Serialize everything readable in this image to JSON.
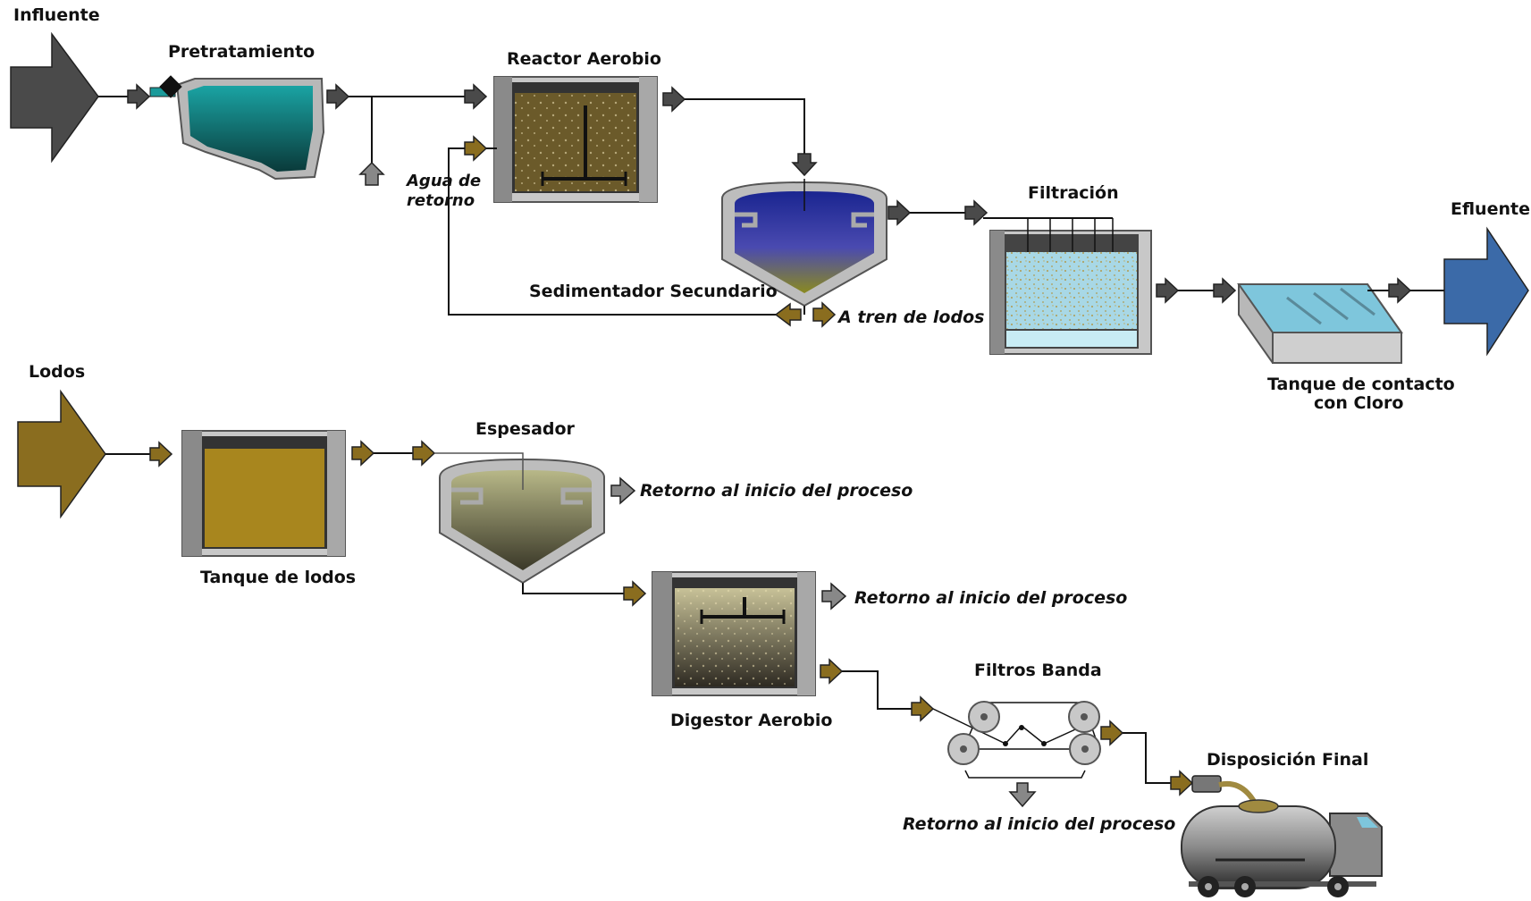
{
  "labels": {
    "influente": "Influente",
    "pretratamiento": "Pretratamiento",
    "reactor_aerobio": "Reactor Aerobio",
    "agua_de_retorno_1": "Agua de",
    "agua_de_retorno_2": "retorno",
    "sedimentador": "Sedimentador Secundario",
    "a_tren_de_lodos": "A tren de lodos",
    "filtracion": "Filtración",
    "efluente": "Efluente",
    "tanque_cloro_1": "Tanque de contacto",
    "tanque_cloro_2": "con Cloro",
    "lodos": "Lodos",
    "tanque_de_lodos": "Tanque de lodos",
    "espesador": "Espesador",
    "retorno_espesador": "Retorno al inicio del proceso",
    "digestor_aerobio": "Digestor Aerobio",
    "retorno_digestor": "Retorno al inicio del proceso",
    "filtros_banda": "Filtros Banda",
    "retorno_filtros": "Retorno al inicio del proceso",
    "disposicion_final": "Disposición Final"
  },
  "colors": {
    "influent": "#4a4a4a",
    "effluent": "#3b6aa8",
    "sludge": "#8a6d1f",
    "arrow_dark": "#4a4a4a",
    "arrow_brown": "#8a6d1f",
    "pretreat_water": "#138a8a",
    "reactor_liquid": "#6b5a2a",
    "clarifier_water": "#2a3ca0",
    "filter_water": "#a8d8e6",
    "chlorine_water": "#7ec6dc",
    "sludge_tank": "#a8861e",
    "thickener": "#6d6a4a",
    "digester": "#4d4a38"
  }
}
